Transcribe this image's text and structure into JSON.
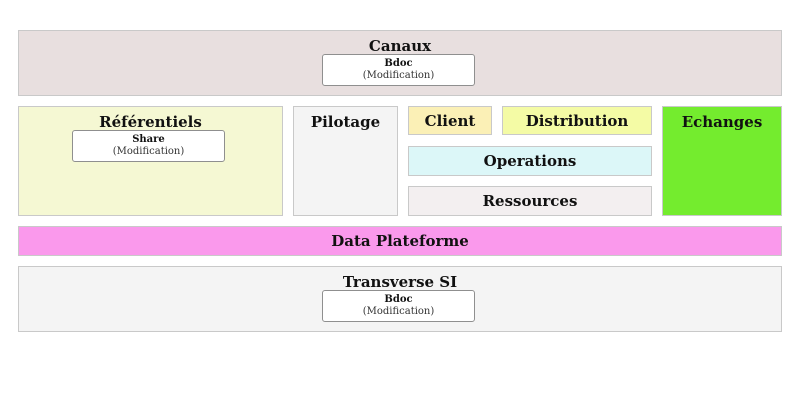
{
  "colors": {
    "canaux": "#e8dfdf",
    "referentiels": "#f5f8d3",
    "pilotage": "#f4f4f4",
    "client": "#fbf0b6",
    "distribution": "#f4fba5",
    "operations": "#dcf7f8",
    "ressources": "#f3eff0",
    "echanges": "#74ec2e",
    "data_plateforme": "#fa99ec",
    "transverse": "#f4f4f4"
  },
  "blocks": {
    "canaux": {
      "title": "Canaux",
      "cards": [
        {
          "name": "Bdoc",
          "status": "(Modification)"
        }
      ]
    },
    "referentiels": {
      "title": "Référentiels",
      "cards": [
        {
          "name": "Share",
          "status": "(Modification)"
        }
      ]
    },
    "pilotage": {
      "title": "Pilotage"
    },
    "client": {
      "title": "Client"
    },
    "distribution": {
      "title": "Distribution"
    },
    "operations": {
      "title": "Operations"
    },
    "ressources": {
      "title": "Ressources"
    },
    "echanges": {
      "title": "Echanges"
    },
    "data_plateforme": {
      "title": "Data Plateforme"
    },
    "transverse": {
      "title": "Transverse SI",
      "cards": [
        {
          "name": "Bdoc",
          "status": "(Modification)"
        }
      ]
    }
  }
}
